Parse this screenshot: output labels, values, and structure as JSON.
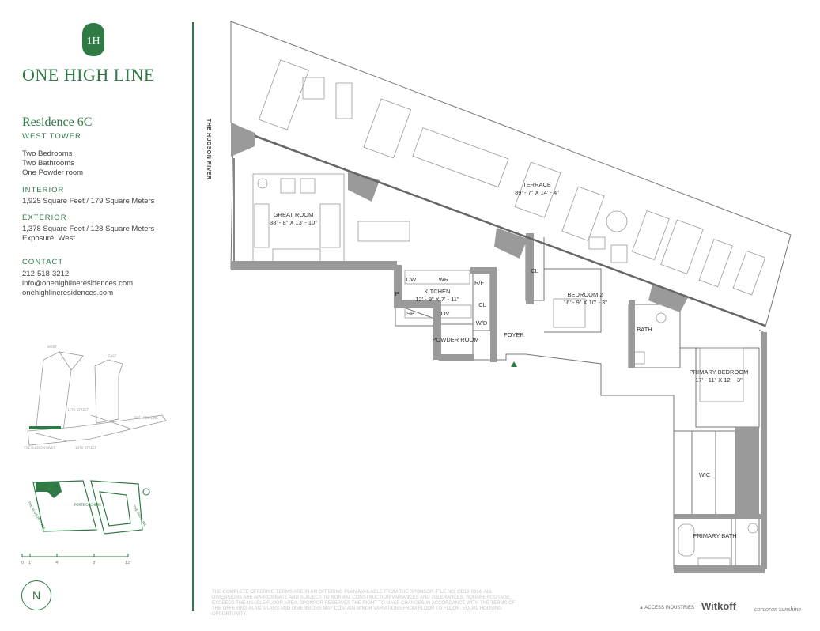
{
  "brand": {
    "name": "ONE HIGH LINE",
    "mark": "1H"
  },
  "residence": {
    "title": "Residence 6C",
    "tower": "WEST TOWER",
    "rooms": [
      "Two Bedrooms",
      "Two Bathrooms",
      "One Powder room"
    ]
  },
  "interior": {
    "heading": "INTERIOR",
    "area": "1,925 Square Feet / 179 Square Meters"
  },
  "exterior": {
    "heading": "EXTERIOR",
    "area": "1,378 Square Feet / 128 Square Meters",
    "exposure": "Exposure: West"
  },
  "contact": {
    "heading": "CONTACT",
    "phone": "212-518-3212",
    "email": "info@onehighlineresidences.com",
    "website": "onehighlineresidences.com"
  },
  "site_diagram": {
    "labels": [
      "WEST",
      "EAST",
      "THE HIGH LINE",
      "THE HUDSON RIVER",
      "10TH STREET",
      "11TH STREET",
      "PORTE COCHERE"
    ]
  },
  "scale": {
    "ticks": [
      "0",
      "1'",
      "4'",
      "8'",
      "12'"
    ]
  },
  "north": "N",
  "plan": {
    "river": "THE HUDSON RIVER",
    "rooms": {
      "great_room": {
        "name": "GREAT ROOM",
        "dims": "38' - 8\" X 13' - 10\""
      },
      "terrace": {
        "name": "TERRACE",
        "dims": "89' - 7\" X 14' - 4\""
      },
      "kitchen": {
        "name": "KITCHEN",
        "dims": "12' - 9\" X 7' - 11\""
      },
      "bedroom2": {
        "name": "BEDROOM 2",
        "dims": "16' - 9\" X 10' - 3\""
      },
      "primary_bedroom": {
        "name": "PRIMARY BEDROOM",
        "dims": "17' - 11\" X 12' - 3\""
      },
      "powder": {
        "name": "POWDER ROOM"
      },
      "foyer": {
        "name": "FOYER"
      },
      "bath": {
        "name": "BATH"
      },
      "wic": {
        "name": "WIC"
      },
      "primary_bath": {
        "name": "PRIMARY BATH"
      }
    },
    "fixtures": {
      "dw": "DW",
      "wr": "WR",
      "p": "P",
      "rf": "R/F",
      "cl": "CL",
      "wd": "W/D",
      "sp": "SP",
      "ov": "OV"
    }
  },
  "disclaimer": "THE COMPLETE OFFERING TERMS ARE IN AN OFFERING PLAN AVAILABLE FROM THE SPONSOR. FILE NO. CD18-0314. ALL DIMENSIONS ARE APPROXIMATE AND SUBJECT TO NORMAL CONSTRUCTION VARIANCES AND TOLERANCES. SQUARE FOOTAGE EXCEEDS THE USABLE FLOOR AREA. SPONSOR RESERVES THE RIGHT TO MAKE CHANGES IN ACCORDANCE WITH THE TERMS OF THE OFFERING PLAN. PLANS AND DIMENSIONS MAY CONTAIN MINOR VARIATIONS FROM FLOOR TO FLOOR. EQUAL HOUSING OPPORTUNITY.",
  "partners": [
    "ACCESS INDUSTRIES",
    "Witkoff",
    "corcoran sunshine"
  ],
  "colors": {
    "accent": "#2f7a45",
    "wall": "#9a9a9a",
    "line": "#777777"
  }
}
